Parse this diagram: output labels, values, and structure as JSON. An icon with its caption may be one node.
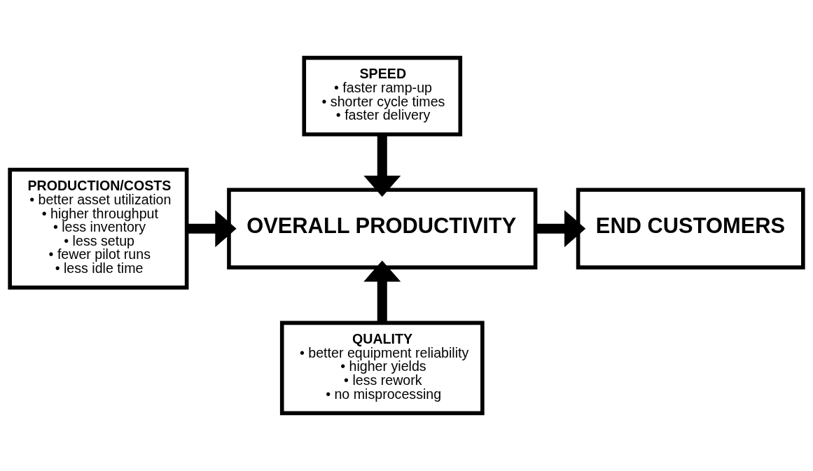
{
  "diagram": {
    "nodes": [
      {
        "text": [
          "SPEED",
          "• faster ramp-up",
          "• shorter cycle times",
          "• faster delivery"
        ]
      },
      {
        "text": [
          "PRODUCTION/COSTS",
          "• better asset utilization",
          "• higher throughput",
          "• less inventory",
          "• less setup",
          "• fewer pilot runs",
          "• less idle time"
        ]
      },
      {
        "text": [
          "OVERALL PRODUCTIVITY"
        ]
      },
      {
        "text": [
          "END CUSTOMERS"
        ]
      },
      {
        "text": [
          "QUALITY",
          "• better equipment reliability",
          "• higher yields",
          "• less rework",
          "• no misprocessing"
        ]
      }
    ],
    "edges": [
      {
        "from": 0,
        "to": 2,
        "arrow": "to"
      },
      {
        "from": 1,
        "to": 2,
        "arrow": "to"
      },
      {
        "from": 4,
        "to": 2,
        "arrow": "to"
      },
      {
        "from": 2,
        "to": 3,
        "arrow": "to"
      }
    ]
  }
}
